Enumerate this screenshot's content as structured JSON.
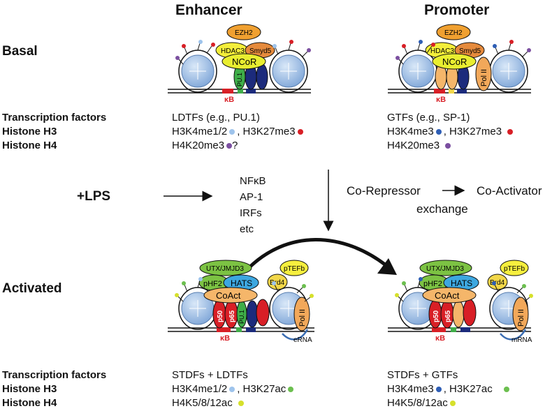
{
  "colors": {
    "ezh2": "#f0a030",
    "hdac3": "#f4ee3a",
    "smyd5": "#e58a3c",
    "ncor": "#e9ee30",
    "pu1": "#3fae49",
    "nucleosome": "#8fb6e6",
    "navy": "#1c2b7c",
    "polii": "#f2a85a",
    "utx": "#7cc243",
    "phf2": "#7cc243",
    "hats": "#3da7e0",
    "coact": "#f5b66a",
    "brd4": "#f2d74a",
    "ptefb": "#f6ef3e",
    "p50p65": "#d81f26",
    "kb_red": "#d81f26",
    "dot_light_blue": "#9ec4ec",
    "dot_blue": "#2e5eb5",
    "dot_red": "#d81f26",
    "dot_purple": "#7b4fa0",
    "dot_green": "#6cbf4f",
    "dot_yellow": "#d6e02b",
    "rna": "#3a6db3"
  },
  "headers": {
    "enhancer": "Enhancer",
    "promoter": "Promoter"
  },
  "states": {
    "basal": "Basal",
    "activated": "Activated"
  },
  "mid": {
    "lps": "+LPS",
    "factors": [
      "NFκB",
      "AP-1",
      "IRFs",
      "etc"
    ],
    "coRepressor": "Co-Repressor",
    "coActivator": "Co-Activator",
    "exchange": "exchange"
  },
  "rowLabels": {
    "tf": "Transcription factors",
    "h3": "Histone H3",
    "h4": "Histone H4"
  },
  "basalTable": {
    "enhancer": {
      "tf": "LDTFs (e.g., PU.1)",
      "h3a": "H3K4me1/2",
      "h3b": ", H3K27me3",
      "h4": "H4K20me3",
      "h4suffix": "?"
    },
    "promoter": {
      "tf": "GTFs (e.g., SP-1)",
      "h3a": "H3K4me3",
      "h3b": ", H3K27me3",
      "h4": "H4K20me3"
    }
  },
  "activatedTable": {
    "enhancer": {
      "tf": "STDFs + LDTFs",
      "h3a": "H3K4me1/2",
      "h3b": ", H3K27ac",
      "h4": "H4K5/8/12ac"
    },
    "promoter": {
      "tf": "STDFs + GTFs",
      "h3a": "H3K4me3",
      "h3b": ", H3K27ac",
      "h4": "H4K5/8/12ac"
    }
  },
  "proteins": {
    "ezh2": "EZH2",
    "hdac3": "HDAC3",
    "smyd5": "Smyd5",
    "ncor": "NCoR",
    "pu1": "PU.1",
    "polii": "Pol II",
    "utx": "UTX/JMJD3",
    "phf2": "pHF2",
    "hats": "HATS",
    "coact": "CoAct",
    "ptefb": "pTEFb",
    "brd4": "Brd4",
    "p50": "p50",
    "p65": "p65",
    "kb": "κB",
    "erna": "eRNA",
    "mrna": "mRNA"
  }
}
